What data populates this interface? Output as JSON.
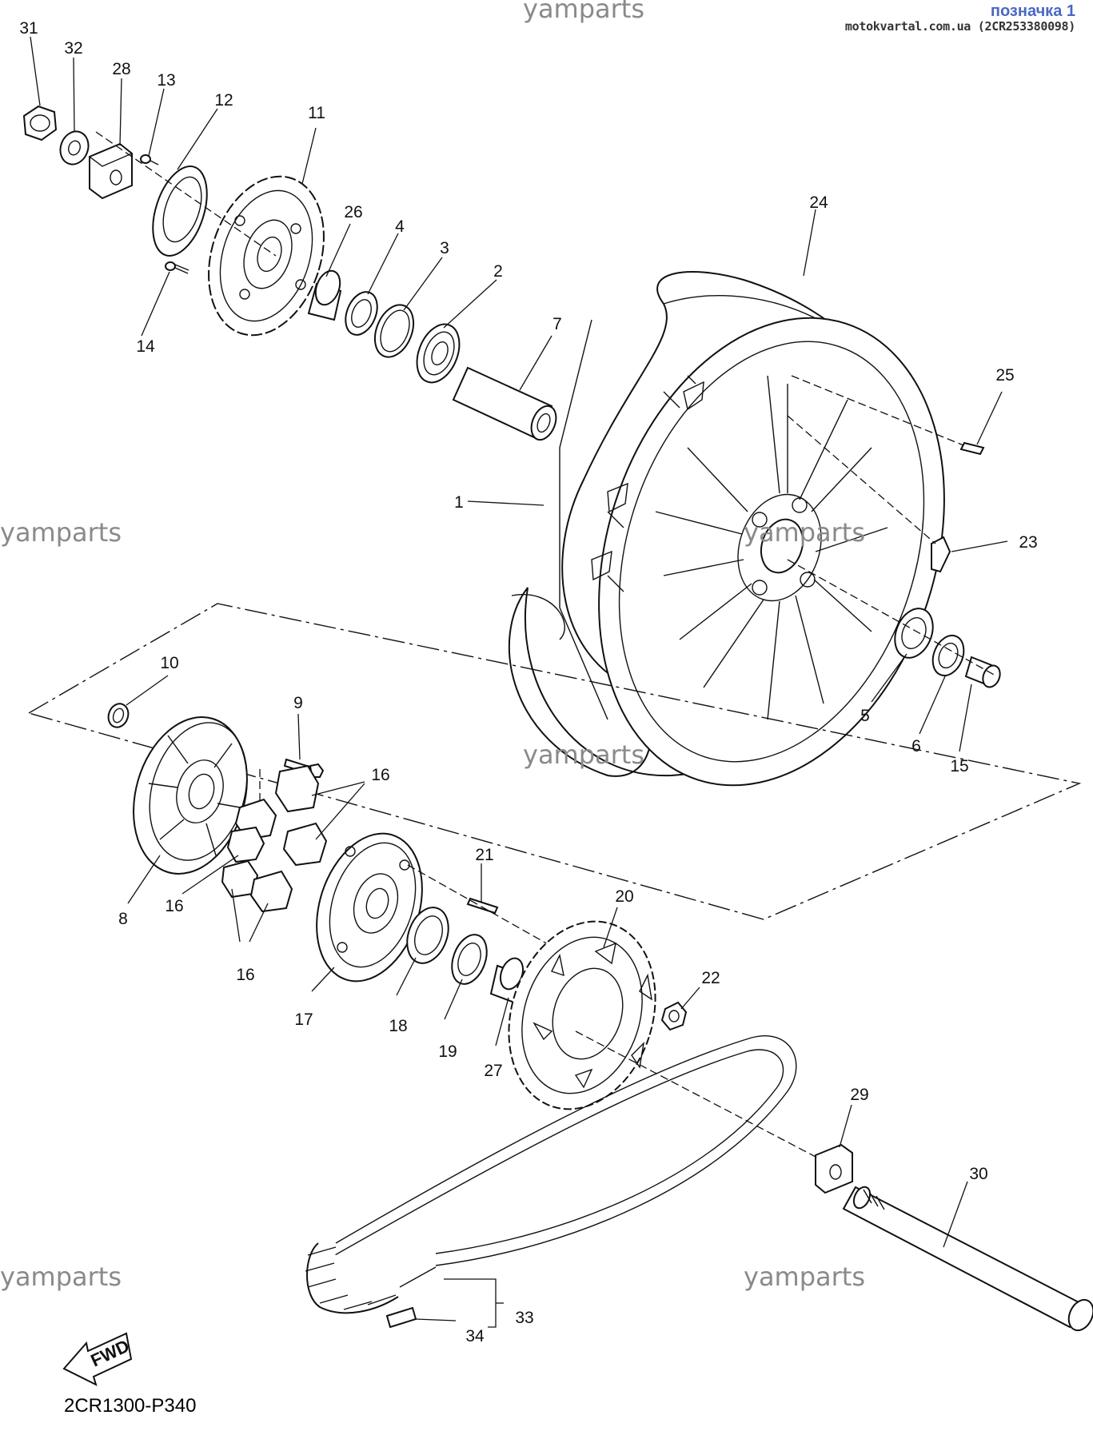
{
  "header": {
    "stamp_label": "позначка 1",
    "stamp_site": "motokvartal.com.ua (2CR253380098)"
  },
  "watermarks": [
    {
      "text": "yamparts"
    },
    {
      "text": "yamparts"
    },
    {
      "text": "yamparts"
    },
    {
      "text": "yamparts"
    },
    {
      "text": "yamparts"
    },
    {
      "text": "yamparts"
    }
  ],
  "fwd_label": "FWD",
  "diagram_code": "2CR1300-P340",
  "callouts": {
    "c1": "1",
    "c2": "2",
    "c3": "3",
    "c4": "4",
    "c5": "5",
    "c6": "6",
    "c7": "7",
    "c8": "8",
    "c9": "9",
    "c10": "10",
    "c11": "11",
    "c12": "12",
    "c13": "13",
    "c14": "14",
    "c15": "15",
    "c16": "16",
    "c17": "17",
    "c18": "18",
    "c19": "19",
    "c20": "20",
    "c21": "21",
    "c22": "22",
    "c23": "23",
    "c24": "24",
    "c25": "25",
    "c26": "26",
    "c27": "27",
    "c28": "28",
    "c29": "29",
    "c30": "30",
    "c31": "31",
    "c32": "32",
    "c33": "33",
    "c34": "34"
  }
}
